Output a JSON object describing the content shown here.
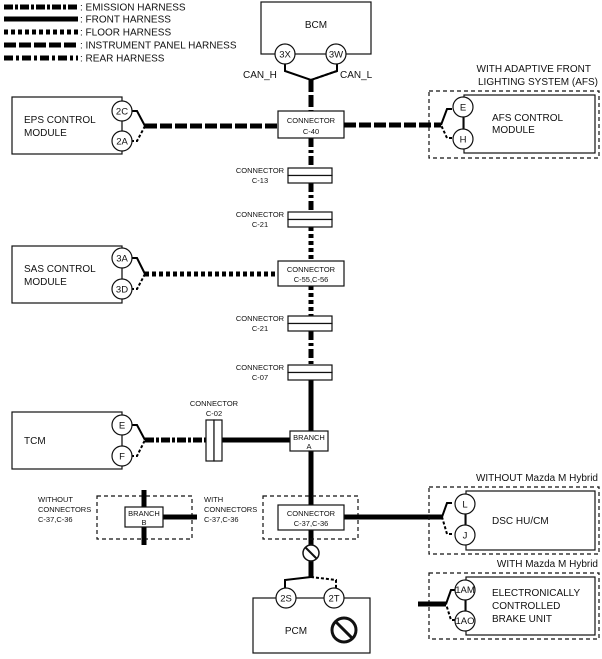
{
  "legend": [
    {
      "style": "emission",
      "label": ": EMISSION HARNESS"
    },
    {
      "style": "front",
      "label": ": FRONT HARNESS"
    },
    {
      "style": "floor",
      "label": ": FLOOR HARNESS"
    },
    {
      "style": "ip",
      "label": ": INSTRUMENT PANEL HARNESS"
    },
    {
      "style": "rear",
      "label": ": REAR HARNESS"
    }
  ],
  "modules": {
    "bcm": {
      "name": "BCM",
      "pins": [
        "3X",
        "3W"
      ],
      "signals": [
        "CAN_H",
        "CAN_L"
      ]
    },
    "eps": {
      "line1": "EPS CONTROL",
      "line2": "MODULE",
      "pins": [
        "2C",
        "2A"
      ]
    },
    "afs": {
      "line1": "AFS CONTROL",
      "line2": "MODULE",
      "pins": [
        "E",
        "H"
      ],
      "condition1": "WITH ADAPTIVE FRONT",
      "condition2": "LIGHTING SYSTEM (AFS)"
    },
    "sas": {
      "line1": "SAS CONTROL",
      "line2": "MODULE",
      "pins": [
        "3A",
        "3D"
      ]
    },
    "tcm": {
      "name": "TCM",
      "pins": [
        "E",
        "F"
      ]
    },
    "dsc": {
      "name": "DSC HU/CM",
      "pins": [
        "L",
        "J"
      ],
      "condition": "WITHOUT Mazda M Hybrid"
    },
    "ecbu": {
      "line1": "ELECTRONICALLY",
      "line2": "CONTROLLED",
      "line3": "BRAKE UNIT",
      "pins": [
        "1AM",
        "1AO"
      ],
      "condition": "WITH Mazda M Hybrid"
    },
    "pcm": {
      "name": "PCM",
      "pins": [
        "2S",
        "2T"
      ]
    }
  },
  "connectors": {
    "c40": {
      "line1": "CONNECTOR",
      "line2": "C-40"
    },
    "c13": {
      "line1": "CONNECTOR",
      "line2": "C-13"
    },
    "c21a": {
      "line1": "CONNECTOR",
      "line2": "C-21"
    },
    "c5556": {
      "line1": "CONNECTOR",
      "line2": "C-55,C-56"
    },
    "c21b": {
      "line1": "CONNECTOR",
      "line2": "C-21"
    },
    "c07": {
      "line1": "CONNECTOR",
      "line2": "C-07"
    },
    "c02": {
      "line1": "CONNECTOR",
      "line2": "C-02"
    },
    "c3736": {
      "line1": "CONNECTOR",
      "line2": "C-37,C-36"
    }
  },
  "branches": {
    "a": {
      "line1": "BRANCH",
      "line2": "A"
    },
    "b": {
      "line1": "BRANCH",
      "line2": "B"
    }
  },
  "branch_b_notes": {
    "without": [
      "WITHOUT",
      "CONNECTORS",
      "C-37,C-36"
    ],
    "with": [
      "WITH",
      "CONNECTORS",
      "C-37,C-36"
    ]
  }
}
